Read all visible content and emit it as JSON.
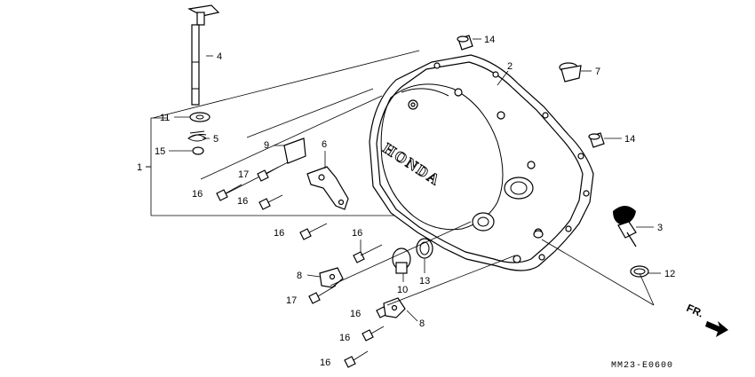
{
  "diagram": {
    "callouts": [
      {
        "id": "c1",
        "text": "1"
      },
      {
        "id": "c2",
        "text": "2"
      },
      {
        "id": "c3",
        "text": "3"
      },
      {
        "id": "c4",
        "text": "4"
      },
      {
        "id": "c5",
        "text": "5"
      },
      {
        "id": "c6",
        "text": "6"
      },
      {
        "id": "c7",
        "text": "7"
      },
      {
        "id": "c8a",
        "text": "8"
      },
      {
        "id": "c8b",
        "text": "8"
      },
      {
        "id": "c9",
        "text": "9"
      },
      {
        "id": "c10",
        "text": "10"
      },
      {
        "id": "c11",
        "text": "11"
      },
      {
        "id": "c12",
        "text": "12"
      },
      {
        "id": "c13",
        "text": "13"
      },
      {
        "id": "c14a",
        "text": "14"
      },
      {
        "id": "c14b",
        "text": "14"
      },
      {
        "id": "c15",
        "text": "15"
      },
      {
        "id": "c16a",
        "text": "16"
      },
      {
        "id": "c16b",
        "text": "16"
      },
      {
        "id": "c16c",
        "text": "16"
      },
      {
        "id": "c16d",
        "text": "16"
      },
      {
        "id": "c16e",
        "text": "16"
      },
      {
        "id": "c16f",
        "text": "16"
      },
      {
        "id": "c16g",
        "text": "16"
      },
      {
        "id": "c17a",
        "text": "17"
      },
      {
        "id": "c17b",
        "text": "17"
      }
    ],
    "brand_text": "HONDA",
    "direction_text": "FR.",
    "diagram_code": "MM23-E0600"
  }
}
